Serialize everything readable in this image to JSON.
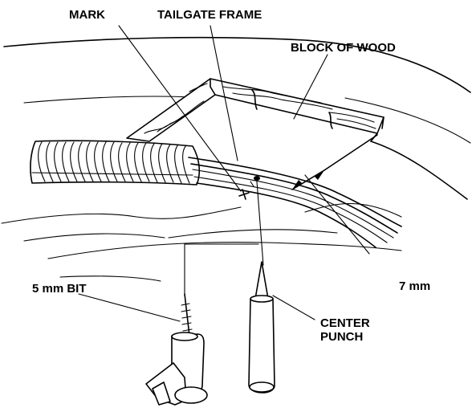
{
  "labels": {
    "mark": "MARK",
    "tailgate_frame": "TAILGATE FRAME",
    "block_of_wood": "BLOCK OF WOOD",
    "drill_bit": "5 mm BIT",
    "dimension": "7 mm",
    "center_punch_line1": "CENTER",
    "center_punch_line2": "PUNCH"
  },
  "colors": {
    "ink": "#000000",
    "paper": "#ffffff"
  }
}
